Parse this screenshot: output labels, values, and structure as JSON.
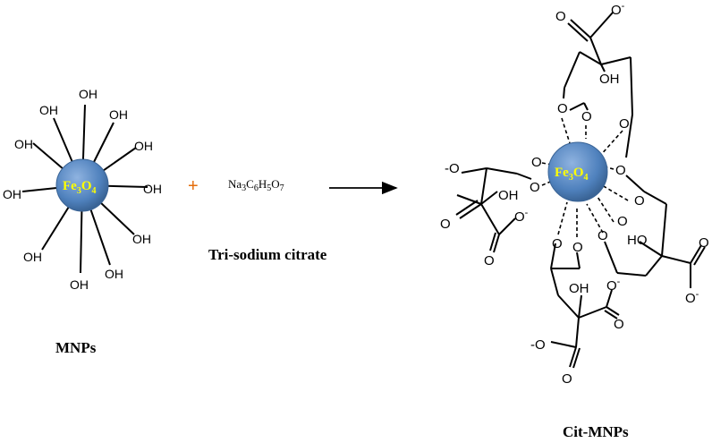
{
  "left_particle": {
    "core_formula": {
      "prefix": "Fe",
      "sub1": "3",
      "mid": "O",
      "sub2": "4"
    },
    "surface_group": "OH",
    "label": "MNPs"
  },
  "plus_sign": "+",
  "reagent": {
    "formula_parts": [
      "Na",
      "3",
      "C",
      "6",
      "H",
      "5",
      "O",
      "7"
    ],
    "name": "Tri-sodium citrate"
  },
  "product": {
    "core_formula": {
      "prefix": "Fe",
      "sub1": "3",
      "mid": "O",
      "sub2": "4"
    },
    "hydroxyl": "OH",
    "hydroxyl_alt": "HO",
    "oxygen": "O",
    "carboxylate_minus": "-",
    "carboxylate_left": "-O",
    "label": "Cit-MNPs"
  },
  "colors": {
    "core_fill": "#4f81bd",
    "core_text": "#ffff00",
    "plus": "#e46c0a"
  }
}
